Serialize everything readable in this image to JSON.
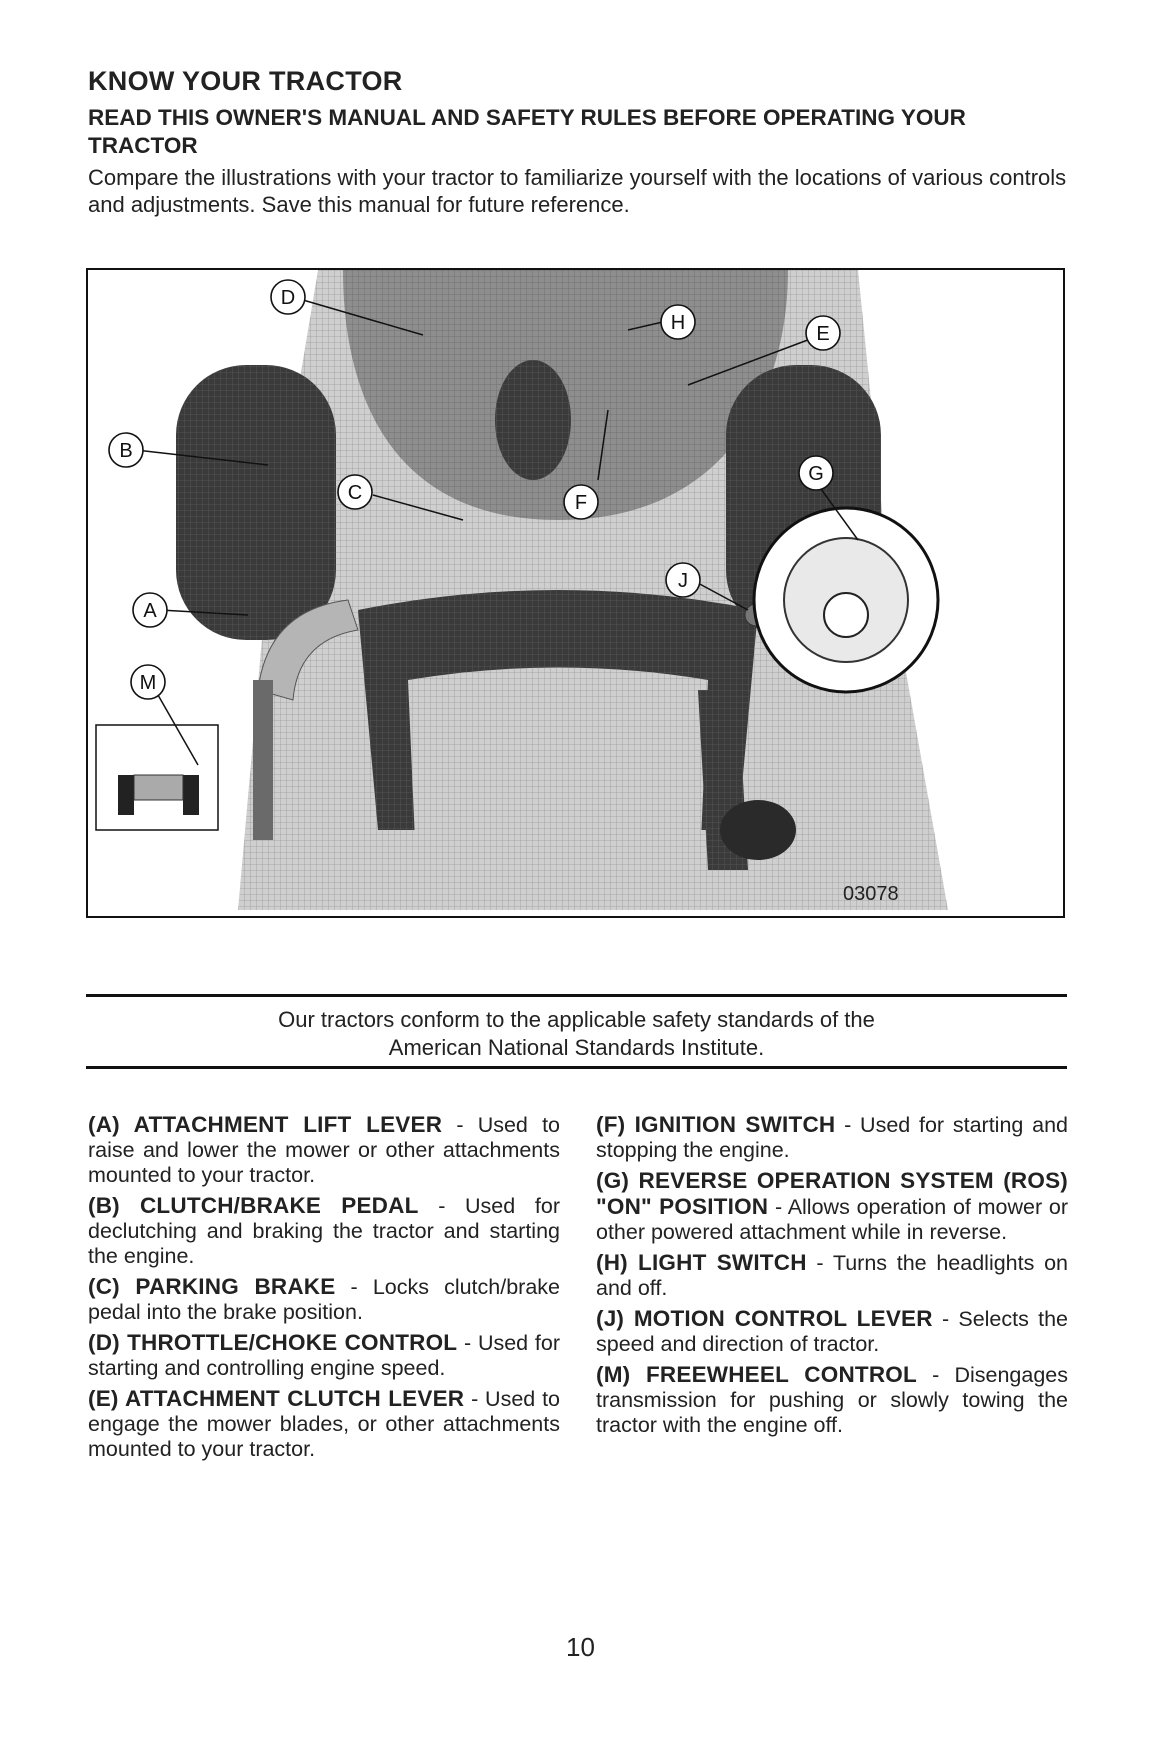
{
  "heading": {
    "title": "KNOW YOUR TRACTOR",
    "subtitle": "READ THIS OWNER'S MANUAL AND SAFETY RULES BEFORE OPERATING YOUR TRACTOR",
    "intro": "Compare the illustrations with your tractor to familiarize yourself with the locations of various controls and adjustments.  Save this manual for future reference."
  },
  "figure": {
    "callouts": [
      "D",
      "H",
      "E",
      "B",
      "C",
      "G",
      "F",
      "J",
      "A",
      "M"
    ],
    "figure_number": "03078"
  },
  "notice": {
    "line1": "Our tractors conform to the applicable safety standards of the",
    "line2": "American National Standards Institute."
  },
  "left_column": [
    {
      "letter": "(A)",
      "name": "ATTACHMENT LIFT LEVER",
      "desc": " - Used to raise and lower the mower or other attachments mounted to your tractor."
    },
    {
      "letter": "(B)",
      "name": "CLUTCH/BRAKE PEDAL",
      "desc": " - Used for declutching and braking the tractor and starting the engine."
    },
    {
      "letter": "(C)",
      "name": "PARKING BRAKE",
      "desc": " - Locks clutch/brake pedal into the brake position."
    },
    {
      "letter": "(D)",
      "name": "THROTTLE/CHOKE CONTROL",
      "desc": " - Used for starting and controlling engine speed."
    },
    {
      "letter": "(E)",
      "name": "ATTACHMENT CLUTCH LEVER",
      "desc": " - Used to engage the mower blades, or other attachments mounted to your tractor."
    }
  ],
  "right_column": [
    {
      "letter": "(F)",
      "name": "IGNITION SWITCH",
      "desc": " - Used for starting and stopping the engine."
    },
    {
      "letter": "(G)",
      "name": "REVERSE OPERATION SYSTEM (ROS) \"ON\" POSITION",
      "desc": " - Allows operation of mower or other powered attachment while in reverse."
    },
    {
      "letter": "(H)",
      "name": "LIGHT SWITCH",
      "desc": " - Turns the headlights on and off."
    },
    {
      "letter": "(J)",
      "name": "MOTION CONTROL LEVER",
      "desc": " - Selects the speed and direction of tractor."
    },
    {
      "letter": "(M)",
      "name": "FREEWHEEL CONTROL",
      "desc": " - Disengages transmission for pushing or slowly towing the tractor with the engine off."
    }
  ],
  "page_number": "10",
  "colors": {
    "text": "#222222",
    "rule": "#111111",
    "figure_dark": "#2a2a2a",
    "figure_mid": "#8a8a8a",
    "figure_light": "#d0d0d0"
  }
}
